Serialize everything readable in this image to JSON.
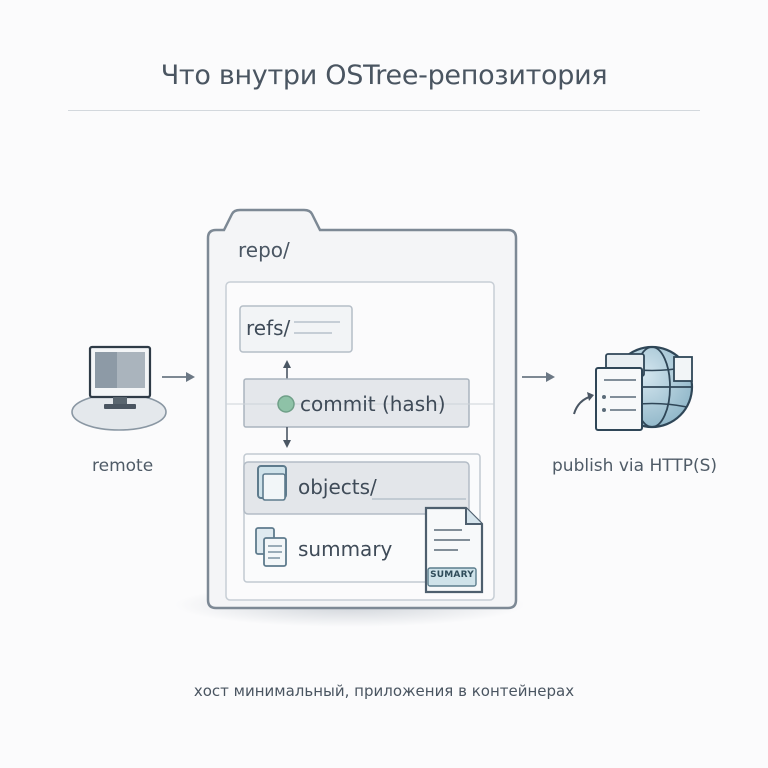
{
  "title": "Что внутри OSTree-репозитория",
  "caption": "хост минимальный, приложения в контейнерах",
  "left": {
    "label": "remote",
    "icon": "computer-monitor-icon"
  },
  "right": {
    "label": "publish via HTTP(S)",
    "icon": "globe-server-icon"
  },
  "repo": {
    "label": "repo/",
    "rows": {
      "refs": "refs/",
      "commit": "commit (hash)",
      "objects": "objects/",
      "summary": "summary"
    },
    "summary_badge": "SUMARY"
  },
  "colors": {
    "stroke": "#6b7a8a",
    "accent_teal": "#5b8ea0",
    "accent_green": "#8ec2a7",
    "panel_fill": "#f3f5f7"
  }
}
